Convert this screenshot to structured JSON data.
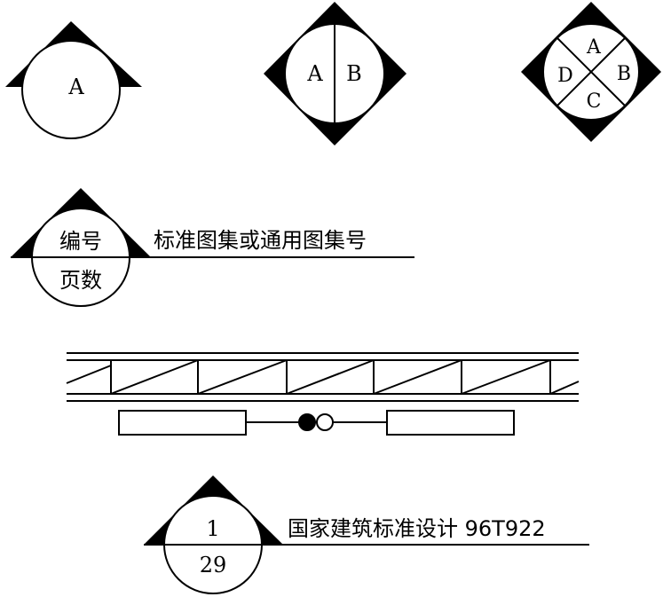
{
  "symbol_1": {
    "letter": "A"
  },
  "symbol_2": {
    "left": "A",
    "right": "B"
  },
  "symbol_3": {
    "top": "A",
    "right": "B",
    "bottom": "C",
    "left": "D"
  },
  "index_symbol": {
    "upper": "编号",
    "lower": "页数",
    "caption": "标准图集或通用图集号"
  },
  "example_symbol": {
    "upper": "1",
    "lower": "29",
    "caption": "国家建筑标准设计 96T922"
  },
  "colors": {
    "ink": "#000000",
    "paper": "#ffffff"
  }
}
